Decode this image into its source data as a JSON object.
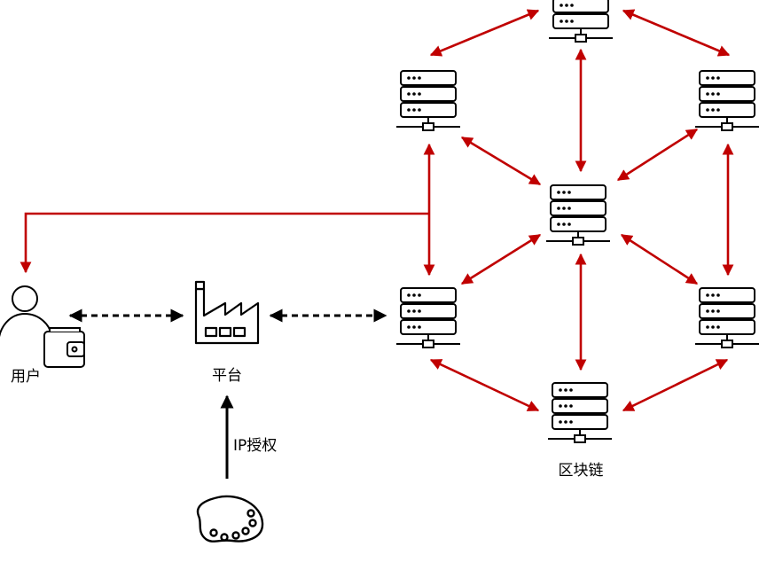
{
  "labels": {
    "user": "用户",
    "platform": "平台",
    "ip_auth": "IP授权",
    "blockchain": "区块链"
  },
  "colors": {
    "red": "#c00000",
    "black": "#000000"
  },
  "icons": {
    "server": "server-icon",
    "user": "user-icon",
    "wallet": "wallet-icon",
    "factory": "factory-icon",
    "palette": "palette-icon"
  }
}
